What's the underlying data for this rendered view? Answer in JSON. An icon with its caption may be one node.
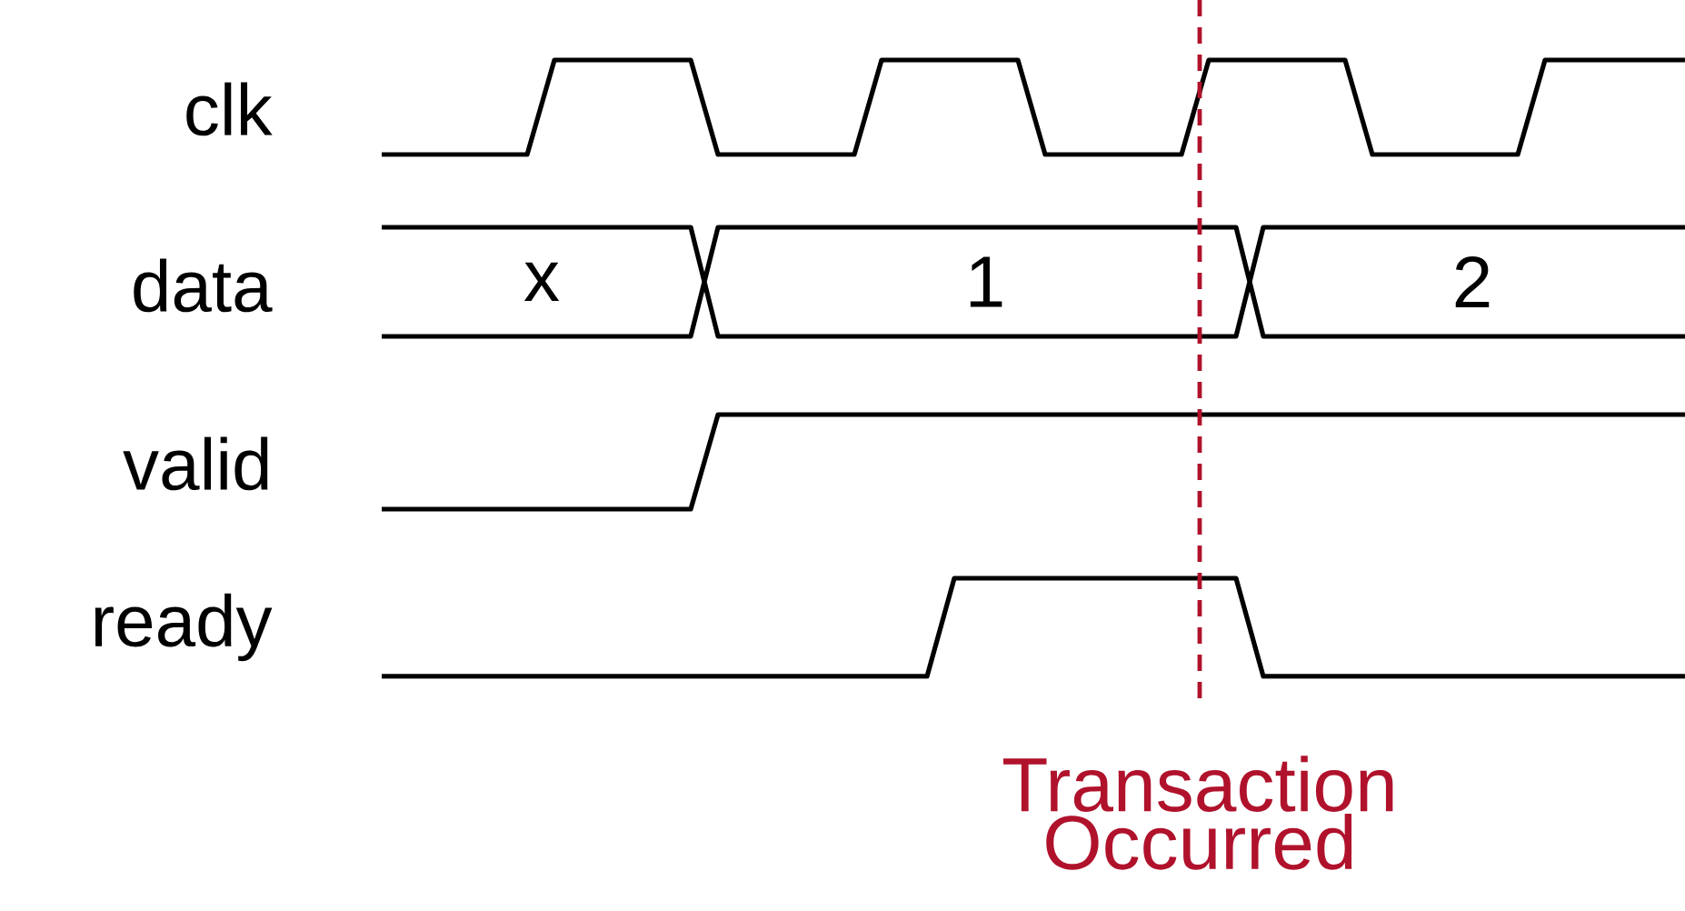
{
  "diagram": {
    "labels": [
      "clk",
      "data",
      "x",
      "1",
      "2",
      "valid",
      "ready",
      "Transaction Occurred"
    ]
  }
}
